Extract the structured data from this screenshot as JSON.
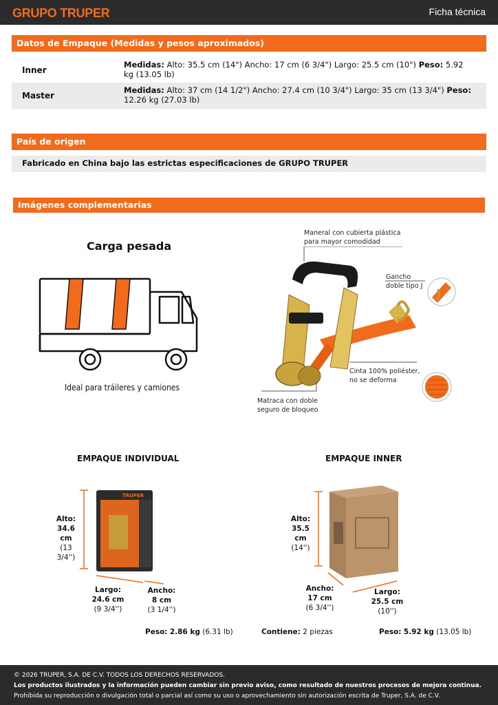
{
  "header": {
    "logo_text": "GRUPO TRUPER",
    "doc_label": "Ficha técnica",
    "accent_color": "#f26b1d",
    "bar_color": "#2b2b2b"
  },
  "packaging": {
    "title": "Datos de Empaque (Medidas y pesos aproximados)",
    "rows": [
      {
        "label": "Inner",
        "measures_label": "Medidas:",
        "measures": "Alto: 35.5 cm (14\") Ancho: 17 cm (6 3/4\") Largo: 25.5 cm (10\")",
        "weight_label": "Peso:",
        "weight": "5.92 kg (13.05 lb)"
      },
      {
        "label": "Master",
        "measures_label": "Medidas:",
        "measures": "Alto: 37 cm (14 1/2\") Ancho: 27.4 cm (10 3/4\") Largo: 35 cm (13 3/4\")",
        "weight_label": "Peso:",
        "weight": "12.26 kg (27.03 lb)"
      }
    ]
  },
  "origin": {
    "title": "País de origen",
    "text": "Fabricado en China bajo las estrictas especificaciones de GRUPO TRUPER"
  },
  "images": {
    "title": "Imágenes complementarias",
    "truck_title": "Carga pesada",
    "truck_caption": "Ideal para tráileres y camiones",
    "notes": {
      "handle": "Maneral con cubierta plástica para mayor comodidad",
      "hook": "Gancho doble tipo J",
      "strap": "Cinta 100% poliéster, no se deforma",
      "ratchet": "Matraca con doble seguro de bloqueo"
    }
  },
  "pack_individual": {
    "title": "EMPAQUE INDIVIDUAL",
    "alto_label": "Alto:",
    "alto_cm": "34.6 cm",
    "alto_in": "(13 3/4'')",
    "largo_label": "Largo:",
    "largo_cm": "24.6 cm",
    "largo_in": "(9 3/4'')",
    "ancho_label": "Ancho:",
    "ancho_cm": "8 cm",
    "ancho_in": "(3 1/4'')",
    "weight_label": "Peso:",
    "weight_kg": "2.86 kg",
    "weight_lb": "(6.31 lb)",
    "box_brand": "TRUPER"
  },
  "pack_inner": {
    "title": "EMPAQUE INNER",
    "alto_label": "Alto:",
    "alto_cm": "35.5 cm",
    "alto_in": "(14'')",
    "ancho_label": "Ancho:",
    "ancho_cm": "17 cm",
    "ancho_in": "(6 3/4'')",
    "largo_label": "Largo:",
    "largo_cm": "25.5 cm",
    "largo_in": "(10'')",
    "contains_label": "Contiene:",
    "contains": "2 piezas",
    "weight_label": "Peso:",
    "weight_kg": "5.92 kg",
    "weight_lb": "(13.05 lb)"
  },
  "footer": {
    "line1": "© 2026 TRUPER, S.A. DE C.V. TODOS LOS DERECHOS RESERVADOS.",
    "line2": "Los productos ilustrados y la información pueden cambiar sin previo aviso, como resultado de nuestros procesos de mejora continua.",
    "line3": "Prohibida su reproducción o divulgación total o parcial así como su uso o aprovechamiento sin autorización escrita de Truper, S.A. de C.V."
  }
}
